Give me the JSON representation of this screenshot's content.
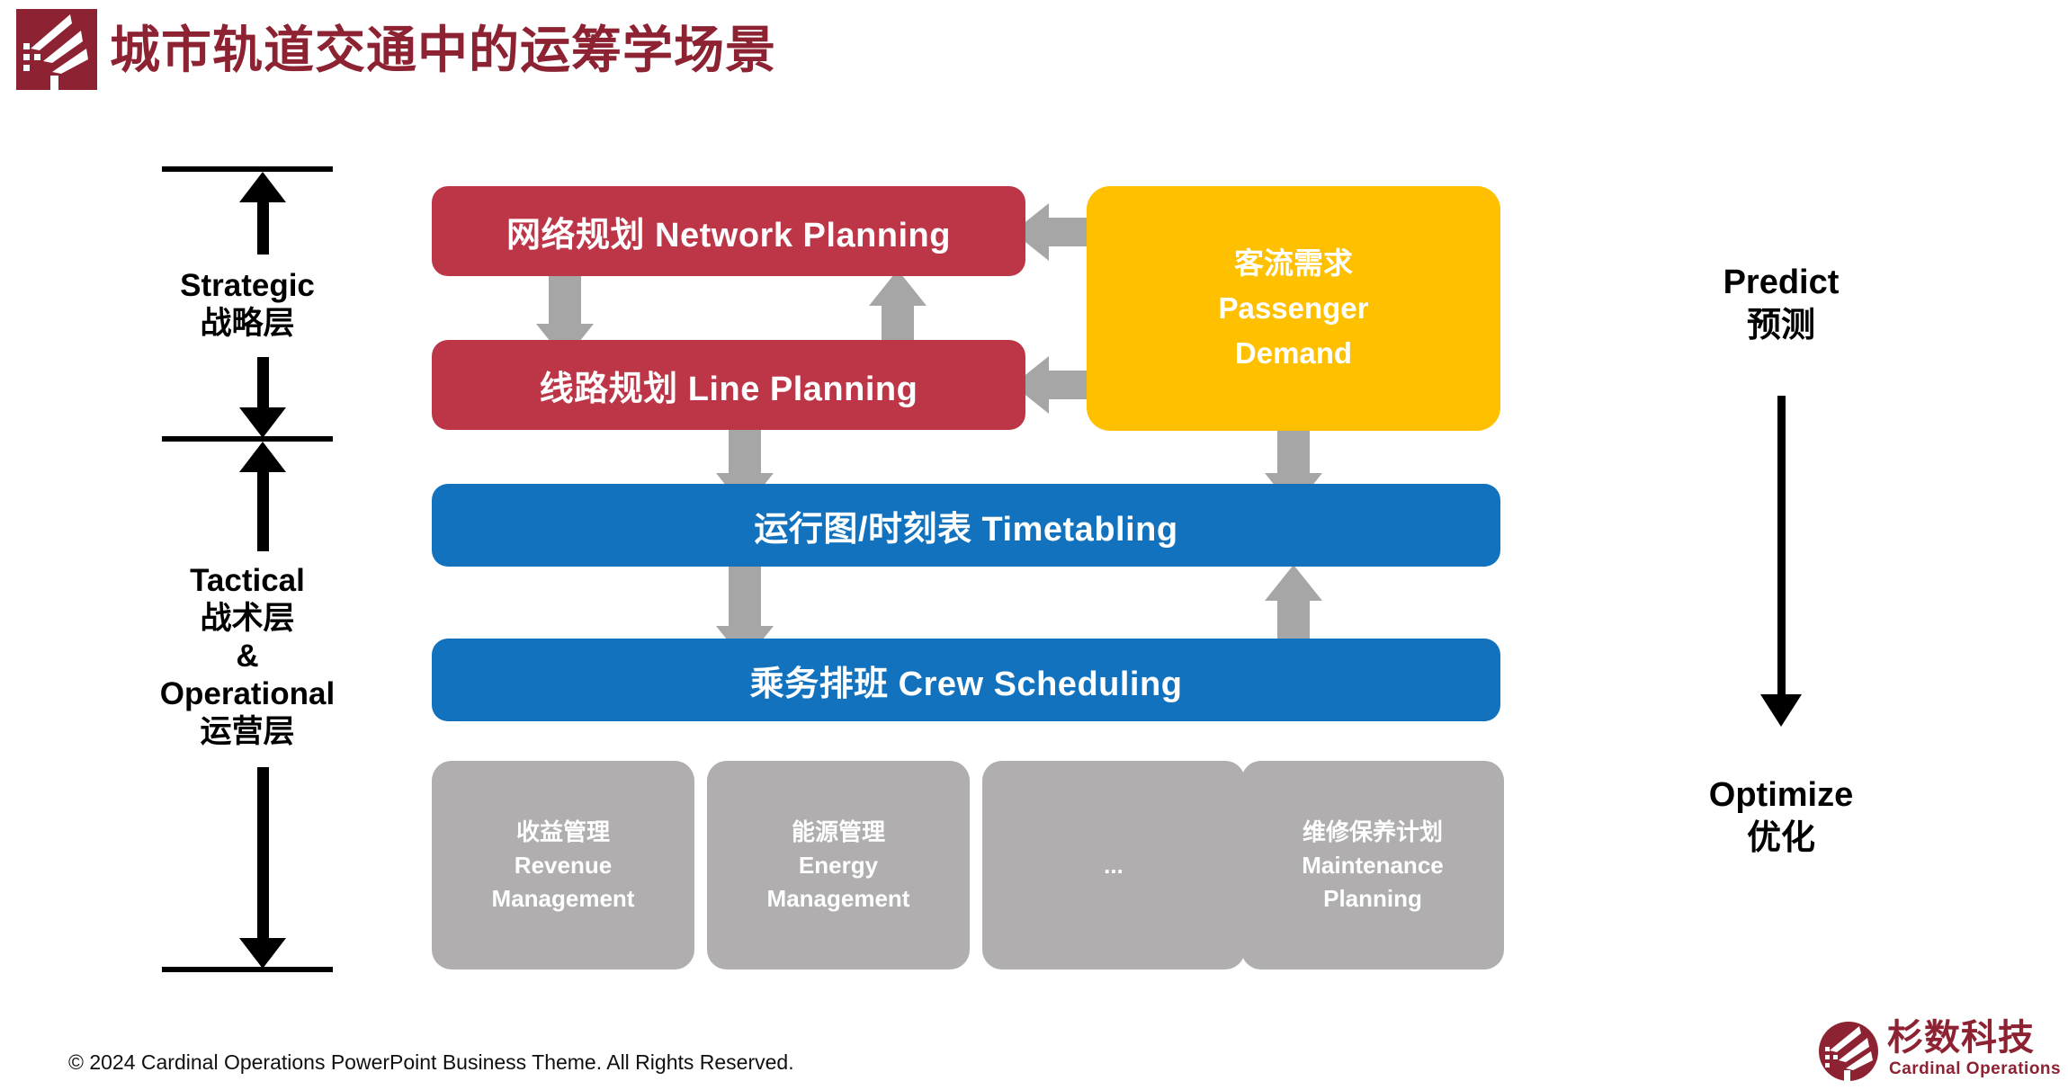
{
  "header": {
    "title": "城市轨道交通中的运筹学场景",
    "logo_name": "cardinal-operations-mark",
    "brand_color": "#8C2232"
  },
  "scale": {
    "strategic": {
      "en": "Strategic",
      "zh": "战略层"
    },
    "tactical": {
      "line1": "Tactical",
      "line2": "战术层",
      "line3": "&",
      "line4": "Operational",
      "line5": "运营层"
    }
  },
  "flow": {
    "boxes": [
      {
        "id": "network-planning",
        "zh": "网络规划",
        "en": "Network Planning",
        "text": "网络规划 Network Planning",
        "color": "#BC3648"
      },
      {
        "id": "line-planning",
        "zh": "线路规划",
        "en": "Line Planning",
        "text": "线路规划 Line Planning",
        "color": "#BC3648"
      },
      {
        "id": "timetabling",
        "zh": "运行图/时刻表",
        "en": "Timetabling",
        "text": "运行图/时刻表 Timetabling",
        "color": "#1272BE"
      },
      {
        "id": "crew-scheduling",
        "zh": "乘务排班",
        "en": "Crew Scheduling",
        "text": "乘务排班 Crew Scheduling",
        "color": "#1272BE"
      }
    ],
    "demand": {
      "id": "passenger-demand",
      "line1": "客流需求",
      "line2": "Passenger",
      "line3": "Demand",
      "color": "#FFC000"
    },
    "support": [
      {
        "id": "revenue-management",
        "line1": "收益管理",
        "line2": "Revenue",
        "line3": "Management",
        "color": "#B0AEAE"
      },
      {
        "id": "energy-management",
        "line1": "能源管理",
        "line2": "Energy",
        "line3": "Management",
        "color": "#B0AEAE"
      },
      {
        "id": "more",
        "line1": "...",
        "line2": "",
        "line3": "",
        "color": "#B0AEAE"
      },
      {
        "id": "maintenance-planning",
        "line1": "维修保养计划",
        "line2": "Maintenance",
        "line3": "Planning",
        "color": "#B0AEAE"
      }
    ],
    "arrow_color": "#A6A6A6"
  },
  "right_column": {
    "predict": {
      "en": "Predict",
      "zh": "预测"
    },
    "optimize": {
      "en": "Optimize",
      "zh": "优化"
    }
  },
  "footer": {
    "copyright": "© 2024 Cardinal Operations PowerPoint Business Theme. All Rights Reserved.",
    "logo_cn": "杉数科技",
    "logo_en": "Cardinal Operations"
  }
}
